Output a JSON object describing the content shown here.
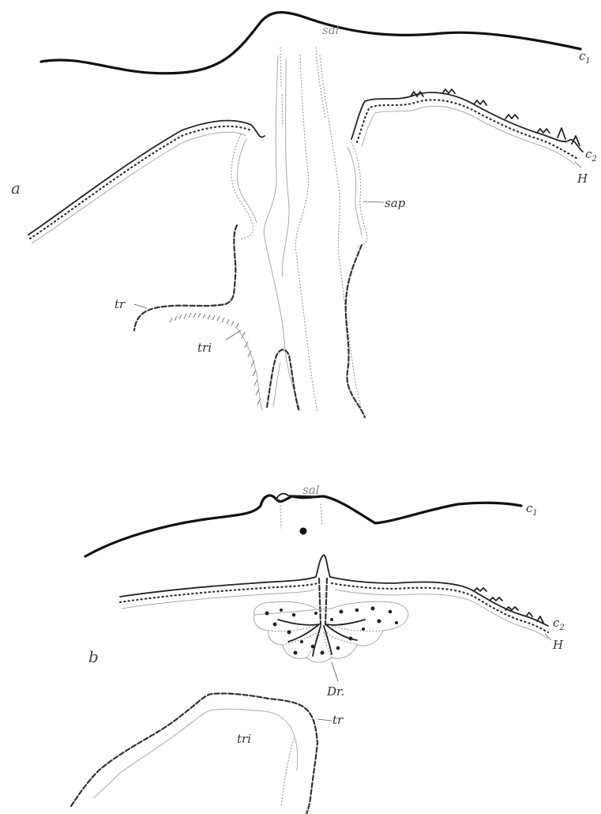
{
  "panels": [
    {
      "id": "a",
      "label": "a",
      "annotations": {
        "sal": "sal",
        "c1": "c",
        "c1_sub": "1",
        "c2": "c",
        "c2_sub": "2",
        "H": "H",
        "sap": "sap",
        "tr": "tr",
        "tri": "tri"
      }
    },
    {
      "id": "b",
      "label": "b",
      "annotations": {
        "sal": "sal",
        "c1": "c",
        "c1_sub": "1",
        "c2": "c",
        "c2_sub": "2",
        "H": "H",
        "Dr": "Dr.",
        "tr": "tr",
        "tri": "tri"
      }
    }
  ]
}
